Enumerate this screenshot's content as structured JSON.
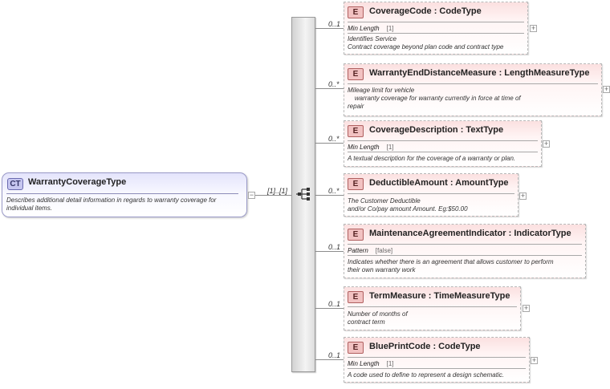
{
  "complex_type": {
    "badge": "CT",
    "name": "WarrantyCoverageType",
    "description": "Describes additional detail information in regards to warranty coverage for individual items."
  },
  "sequence": {
    "multiplicity": "[1]..[1]",
    "icon": "sequence-compositor-icon"
  },
  "elements": [
    {
      "badge": "E",
      "title": "CoverageCode : CodeType",
      "multiplicity": "0..1",
      "facet_name": "Min Length",
      "facet_value": "[1]",
      "description": "Identifies Service\nContract coverage beyond plan code and contract type"
    },
    {
      "badge": "E",
      "title": "WarrantyEndDistanceMeasure : LengthMeasureType",
      "multiplicity": "0..*",
      "facet_name": "",
      "facet_value": "",
      "description": "Mileage limit for vehicle\n    warranty coverage for warranty currently in force at time of\nrepair"
    },
    {
      "badge": "E",
      "title": "CoverageDescription : TextType",
      "multiplicity": "0..*",
      "facet_name": "Min Length",
      "facet_value": "[1]",
      "description": "A textual description for the coverage of a warranty or plan."
    },
    {
      "badge": "E",
      "title": "DeductibleAmount : AmountType",
      "multiplicity": "0..*",
      "facet_name": "",
      "facet_value": "",
      "description": "The Customer Deductible\nand/or Co/pay amount Amount. Eg:$50.00"
    },
    {
      "badge": "E",
      "title": "MaintenanceAgreementIndicator : IndicatorType",
      "multiplicity": "0..1",
      "facet_name": "Pattern",
      "facet_value": "[false]",
      "description": "Indicates whether there is an agreement that allows customer to perform\ntheir own warranty work"
    },
    {
      "badge": "E",
      "title": "TermMeasure : TimeMeasureType",
      "multiplicity": "0..1",
      "facet_name": "",
      "facet_value": "",
      "description": "Number of months of\ncontract term"
    },
    {
      "badge": "E",
      "title": "BluePrintCode : CodeType",
      "multiplicity": "0..1",
      "facet_name": "Min Length",
      "facet_value": "[1]",
      "description": "A code used to define to represent a design schematic."
    }
  ],
  "colors": {
    "complex_type_border": "#9a9ac8",
    "complex_type_fill": "#e4e4fb",
    "element_fill": "#fbe0e0",
    "element_badge": "#f2c2c2",
    "connector": "#8c8c8c"
  }
}
